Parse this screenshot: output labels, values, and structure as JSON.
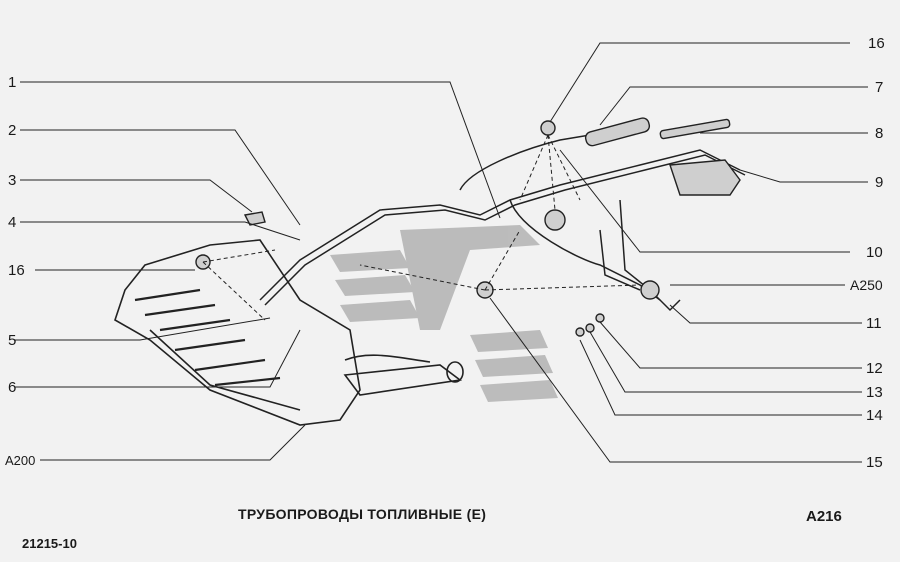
{
  "title": "ТРУБОПРОВОДЫ ТОПЛИВНЫЕ (Е)",
  "sheet_id": "А216",
  "catalog_code": "21215-10",
  "colors": {
    "line": "#222222",
    "background": "#f2f2f2",
    "watermark": "#9a9a9a"
  },
  "callouts_left": [
    {
      "id": "1",
      "text": "1"
    },
    {
      "id": "2",
      "text": "2"
    },
    {
      "id": "3",
      "text": "3"
    },
    {
      "id": "4",
      "text": "4"
    },
    {
      "id": "16",
      "text": "16"
    },
    {
      "id": "5",
      "text": "5"
    },
    {
      "id": "6",
      "text": "6"
    },
    {
      "id": "A200",
      "text": "A200"
    }
  ],
  "callouts_right": [
    {
      "id": "16",
      "text": "16"
    },
    {
      "id": "7",
      "text": "7"
    },
    {
      "id": "8",
      "text": "8"
    },
    {
      "id": "9",
      "text": "9"
    },
    {
      "id": "10",
      "text": "10"
    },
    {
      "id": "A250",
      "text": "A250"
    },
    {
      "id": "11",
      "text": "11"
    },
    {
      "id": "12",
      "text": "12"
    },
    {
      "id": "13",
      "text": "13"
    },
    {
      "id": "14",
      "text": "14"
    },
    {
      "id": "15",
      "text": "15"
    }
  ]
}
